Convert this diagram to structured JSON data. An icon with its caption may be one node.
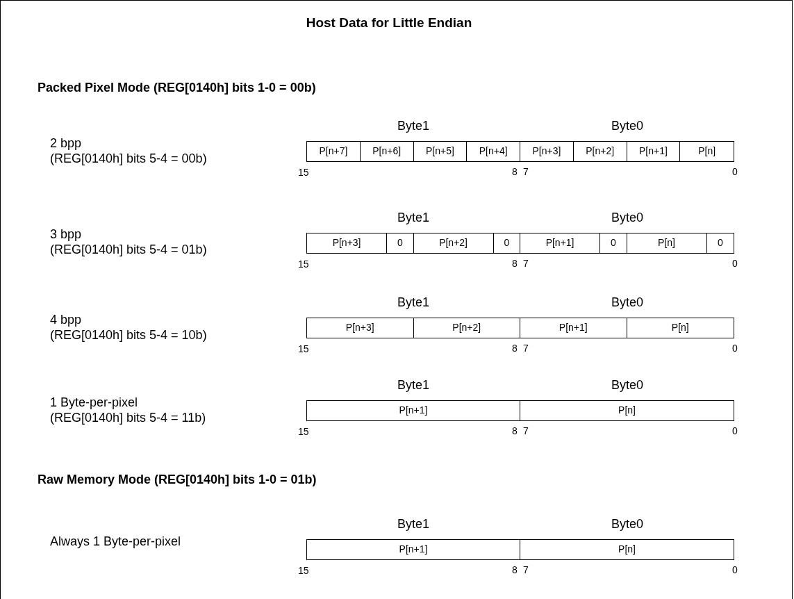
{
  "diagram": {
    "title": "Host Data for Little Endian",
    "nodes": [
      {
        "text": [],
        "shape": "box",
        "beside": [
          "Byte1",
          "Byte0",
          "15",
          "8",
          "7",
          "0"
        ]
      },
      {
        "text": [
          "P[n+7]"
        ],
        "in": 0
      },
      {
        "text": [
          "P[n+6]"
        ],
        "in": 0
      },
      {
        "text": [
          "P[n+5]"
        ],
        "in": 0
      },
      {
        "text": [
          "P[n+4]"
        ],
        "in": 0
      },
      {
        "text": [
          "P[n+3]"
        ],
        "in": 0
      },
      {
        "text": [
          "P[n+2]"
        ],
        "in": 0
      },
      {
        "text": [
          "P[n+1]"
        ],
        "in": 0
      },
      {
        "text": [
          "P[n]"
        ],
        "in": 0
      },
      {
        "text": [],
        "shape": "box",
        "beside": [
          "Byte1",
          "Byte0",
          "15",
          "8",
          "7",
          "0"
        ]
      },
      {
        "text": [
          "P[n+3]"
        ],
        "in": 9
      },
      {
        "text": [
          "0"
        ],
        "in": 9
      },
      {
        "text": [
          "P[n+2]"
        ],
        "in": 9
      },
      {
        "text": [
          "0"
        ],
        "in": 9
      },
      {
        "text": [
          "P[n+1]"
        ],
        "in": 9
      },
      {
        "text": [
          "0"
        ],
        "in": 9
      },
      {
        "text": [
          "P[n]"
        ],
        "in": 9
      },
      {
        "text": [
          "0"
        ],
        "in": 9
      },
      {
        "text": [],
        "shape": "box",
        "beside": [
          "Byte1",
          "Byte0",
          "15",
          "8",
          "7",
          "0"
        ]
      },
      {
        "text": [
          "P[n+3]"
        ],
        "in": 18
      },
      {
        "text": [
          "P[n+2]"
        ],
        "in": 18
      },
      {
        "text": [
          "P[n+1]"
        ],
        "in": 18
      },
      {
        "text": [
          "P[n]"
        ],
        "in": 18
      },
      {
        "text": [],
        "shape": "box",
        "beside": [
          "Byte1",
          "Byte0",
          "15",
          "8",
          "7",
          "0"
        ]
      },
      {
        "text": [
          "P[n+1]"
        ],
        "in": 23
      },
      {
        "text": [
          "P[n]"
        ],
        "in": 23
      },
      {
        "text": [],
        "shape": "box",
        "beside": [
          "Byte1",
          "Byte0",
          "15",
          "8",
          "7",
          "0"
        ]
      },
      {
        "text": [
          "P[n+1]"
        ],
        "in": 26
      },
      {
        "text": [
          "P[n]"
        ],
        "in": 26
      }
    ],
    "edges": [],
    "labels": [
      "Packed Pixel Mode (REG[0140h] bits 1-0 = 00b)",
      "2 bpp (REG[0140h] bits 5-4 = 00b)",
      "3 bpp (REG[0140h] bits 5-4 = 01b)",
      "4 bpp (REG[0140h] bits 5-4 = 10b)",
      "1 Byte-per-pixel (REG[0140h] bits 5-4 = 11b)",
      "Raw Memory Mode (REG[0140h] bits 1-0 = 01b)",
      "Always 1 Byte-per-pixel"
    ]
  }
}
